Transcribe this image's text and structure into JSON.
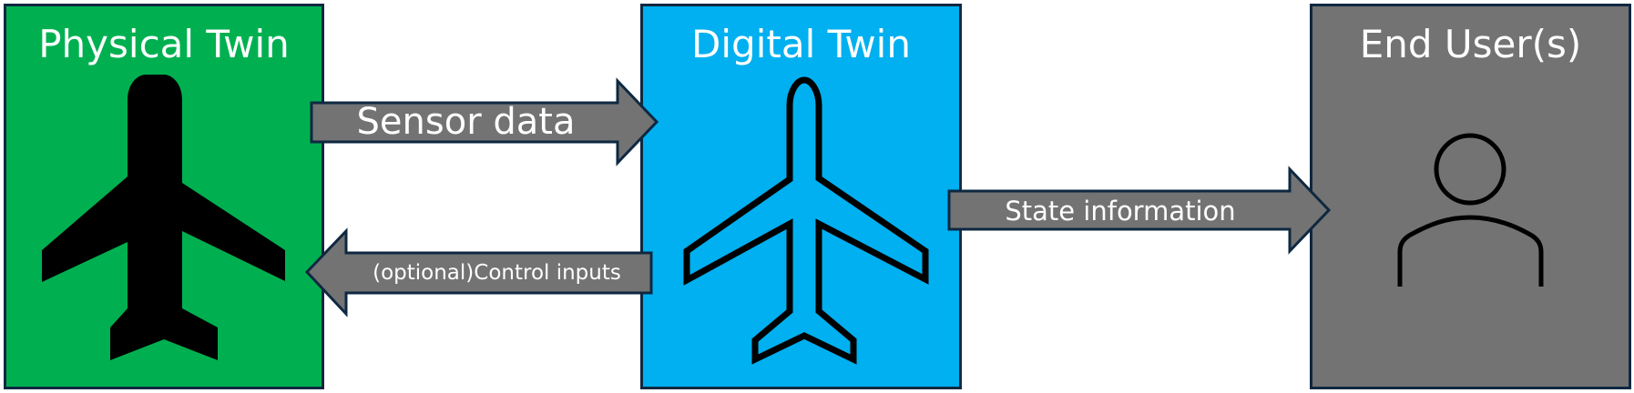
{
  "diagram": {
    "colors": {
      "physical": "#00b050",
      "digital": "#00b0f0",
      "user": "#737373",
      "border": "#0e2841",
      "arrow_fill": "#737373",
      "icon": "#000000",
      "text": "#ffffff"
    },
    "nodes": [
      {
        "id": "physical-twin",
        "title": "Physical Twin",
        "icon": "airplane-filled-icon"
      },
      {
        "id": "digital-twin",
        "title": "Digital Twin",
        "icon": "airplane-outline-icon"
      },
      {
        "id": "end-users",
        "title": "End User(s)",
        "icon": "person-outline-icon"
      }
    ],
    "edges": [
      {
        "from": "physical-twin",
        "to": "digital-twin",
        "label": "Sensor data"
      },
      {
        "from": "digital-twin",
        "to": "physical-twin",
        "label": "(optional)Control inputs"
      },
      {
        "from": "digital-twin",
        "to": "end-users",
        "label": "State information"
      }
    ]
  }
}
